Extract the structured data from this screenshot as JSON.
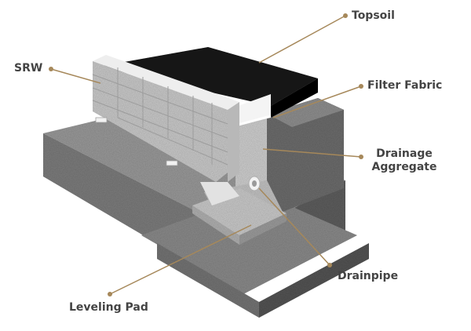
{
  "colors": {
    "leader": "#a6885a",
    "label_text": "#444444",
    "soil_light": "#8e8e8e",
    "soil_dark": "#5a5a5a",
    "topsoil": "#1c1c1c",
    "block": "#d8d8d8",
    "aggregate": "#c9c9c9"
  },
  "labels": {
    "topsoil": "Topsoil",
    "srw": "SRW",
    "filter_fabric": "Filter Fabric",
    "drainage_aggregate_line1": "Drainage",
    "drainage_aggregate_line2": "Aggregate",
    "drainpipe": "Drainpipe",
    "leveling_pad": "Leveling Pad"
  }
}
